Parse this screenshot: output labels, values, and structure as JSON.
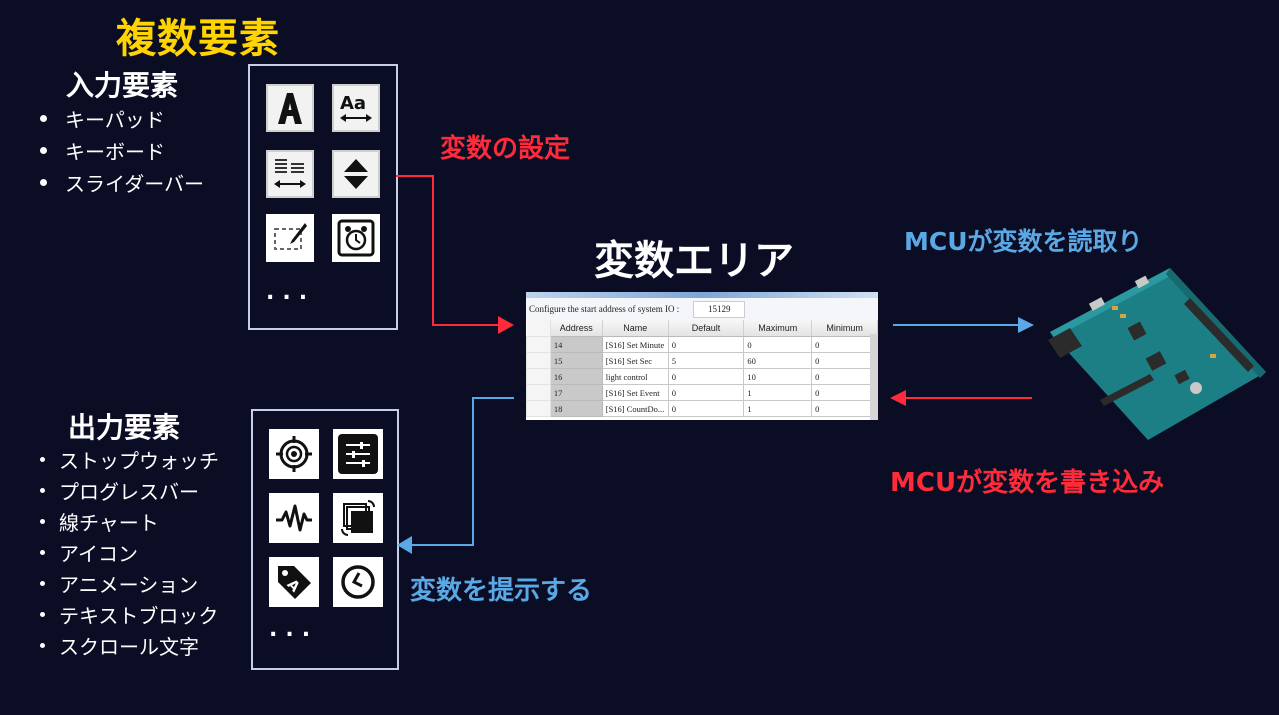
{
  "title": "複数要素",
  "input_section": {
    "heading": "入力要素",
    "items": [
      "キーパッド",
      "キーボード",
      "スライダーバー"
    ],
    "icons": [
      "text-letter-icon",
      "font-resize-icon",
      "text-align-icon",
      "up-down-spinner-icon",
      "image-edit-icon",
      "alarm-clock-icon"
    ],
    "more": "..."
  },
  "output_section": {
    "heading": "出力要素",
    "items": [
      "ストップウォッチ",
      "プログレスバー",
      "線チャート",
      "アイコン",
      "アニメーション",
      "テキストブロック",
      "スクロール文字"
    ],
    "icons": [
      "target-icon",
      "sliders-icon",
      "waveform-icon",
      "layers-rotate-icon",
      "tag-icon",
      "clock-icon"
    ],
    "more": "..."
  },
  "labels": {
    "set_variable": "変数の設定",
    "variable_area": "変数エリア",
    "present_variable": "変数を提示する",
    "mcu_read": "MCUが変数を読取り",
    "mcu_write": "MCUが変数を書き込み"
  },
  "variable_table": {
    "config_label": "Configure the start address of system IO :",
    "config_value": "15129",
    "columns": [
      "Address",
      "Name",
      "Default",
      "Maximum",
      "Minimum"
    ],
    "rows": [
      {
        "address": "14",
        "name": "[S16] Set Minute",
        "default": "0",
        "maximum": "0",
        "minimum": "0"
      },
      {
        "address": "15",
        "name": "[S16] Set Sec",
        "default": "5",
        "maximum": "60",
        "minimum": "0"
      },
      {
        "address": "16",
        "name": "light control",
        "default": "0",
        "maximum": "10",
        "minimum": "0"
      },
      {
        "address": "17",
        "name": "[S16] Set Event",
        "default": "0",
        "maximum": "1",
        "minimum": "0"
      },
      {
        "address": "18",
        "name": "[S16] CountDo...",
        "default": "0",
        "maximum": "1",
        "minimum": "0"
      }
    ]
  },
  "colors": {
    "background": "#0b0d24",
    "title": "#ffd400",
    "red_flow": "#ff2b3a",
    "blue_flow": "#5aa9e6"
  }
}
